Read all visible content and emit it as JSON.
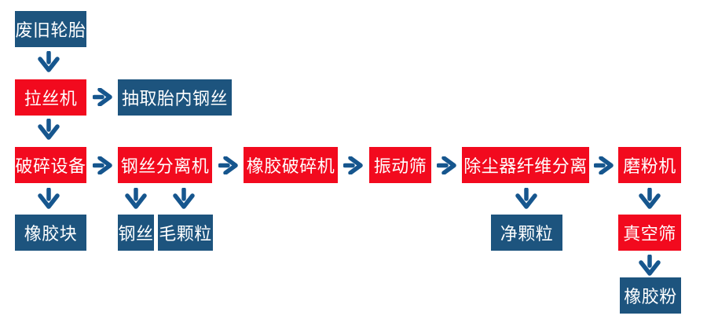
{
  "colors": {
    "process_red": "#f20a1e",
    "material_blue": "#1d547e",
    "arrow_blue": "#16568e",
    "background": "#ffffff",
    "text_white": "#ffffff"
  },
  "flowchart": {
    "nodes": {
      "waste_tires": {
        "label": "废旧轮胎",
        "type": "material"
      },
      "drawing_machine": {
        "label": "拉丝机",
        "type": "process"
      },
      "extract_steel": {
        "label": "抽取胎内钢丝",
        "type": "material"
      },
      "crusher": {
        "label": "破碎设备",
        "type": "process"
      },
      "wire_separator": {
        "label": "钢丝分离机",
        "type": "process"
      },
      "rubber_crusher": {
        "label": "橡胶破碎机",
        "type": "process"
      },
      "vibrating_screen": {
        "label": "振动筛",
        "type": "process"
      },
      "dust_fiber": {
        "label": "除尘器纤维分离",
        "type": "process"
      },
      "mill": {
        "label": "磨粉机",
        "type": "process"
      },
      "rubber_block": {
        "label": "橡胶块",
        "type": "material"
      },
      "steel_wire": {
        "label": "钢丝",
        "type": "material"
      },
      "coarse_granule": {
        "label": "毛颗粒",
        "type": "material"
      },
      "clean_granule": {
        "label": "净颗粒",
        "type": "material"
      },
      "vacuum_screen": {
        "label": "真空筛",
        "type": "process"
      },
      "rubber_powder": {
        "label": "橡胶粉",
        "type": "material"
      }
    },
    "connections": [
      {
        "from": "waste_tires",
        "to": "drawing_machine",
        "direction": "down"
      },
      {
        "from": "drawing_machine",
        "to": "extract_steel",
        "direction": "right"
      },
      {
        "from": "drawing_machine",
        "to": "crusher",
        "direction": "down"
      },
      {
        "from": "crusher",
        "to": "wire_separator",
        "direction": "right"
      },
      {
        "from": "crusher",
        "to": "rubber_block",
        "direction": "down"
      },
      {
        "from": "wire_separator",
        "to": "steel_wire",
        "direction": "down"
      },
      {
        "from": "wire_separator",
        "to": "coarse_granule",
        "direction": "down"
      },
      {
        "from": "wire_separator",
        "to": "rubber_crusher",
        "direction": "right"
      },
      {
        "from": "rubber_crusher",
        "to": "vibrating_screen",
        "direction": "right"
      },
      {
        "from": "vibrating_screen",
        "to": "dust_fiber",
        "direction": "right"
      },
      {
        "from": "dust_fiber",
        "to": "clean_granule",
        "direction": "down"
      },
      {
        "from": "dust_fiber",
        "to": "mill",
        "direction": "right"
      },
      {
        "from": "mill",
        "to": "vacuum_screen",
        "direction": "down"
      },
      {
        "from": "vacuum_screen",
        "to": "rubber_powder",
        "direction": "down"
      }
    ]
  }
}
